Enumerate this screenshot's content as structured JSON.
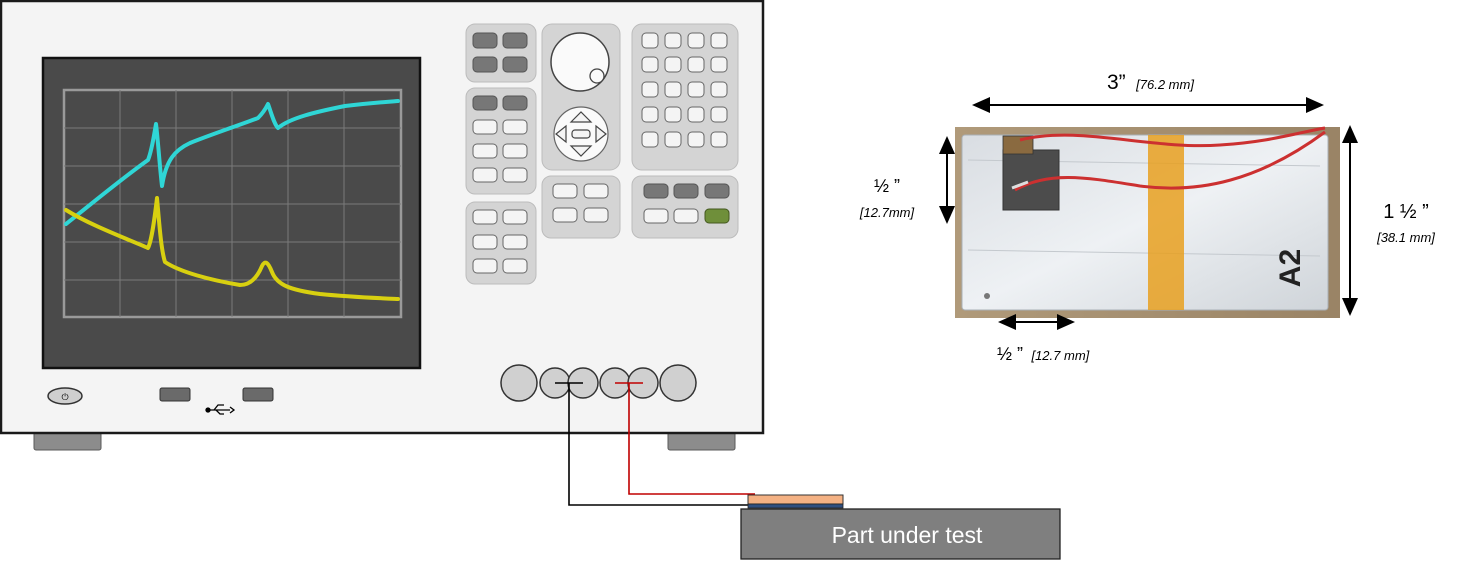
{
  "diagram": {
    "part_label": "Part under test",
    "dimensions": {
      "length": {
        "main": "3”",
        "sub": "[76.2 mm]"
      },
      "height_left": {
        "main": "½ ”",
        "sub": "[12.7mm]"
      },
      "height_right": {
        "main": "1 ½ ”",
        "sub": "[38.1 mm]"
      },
      "bottom_width": {
        "main": "½ ”",
        "sub": "[12.7 mm]"
      }
    },
    "sample_marking": "A2",
    "colors": {
      "trace_cyan": "#2fd6d6",
      "trace_yellow": "#d8d010",
      "screen_bg": "#4a4a4a",
      "accent_button": "#6f8f3a",
      "lead_red": "#c00000",
      "tape": "#e8a020"
    }
  }
}
